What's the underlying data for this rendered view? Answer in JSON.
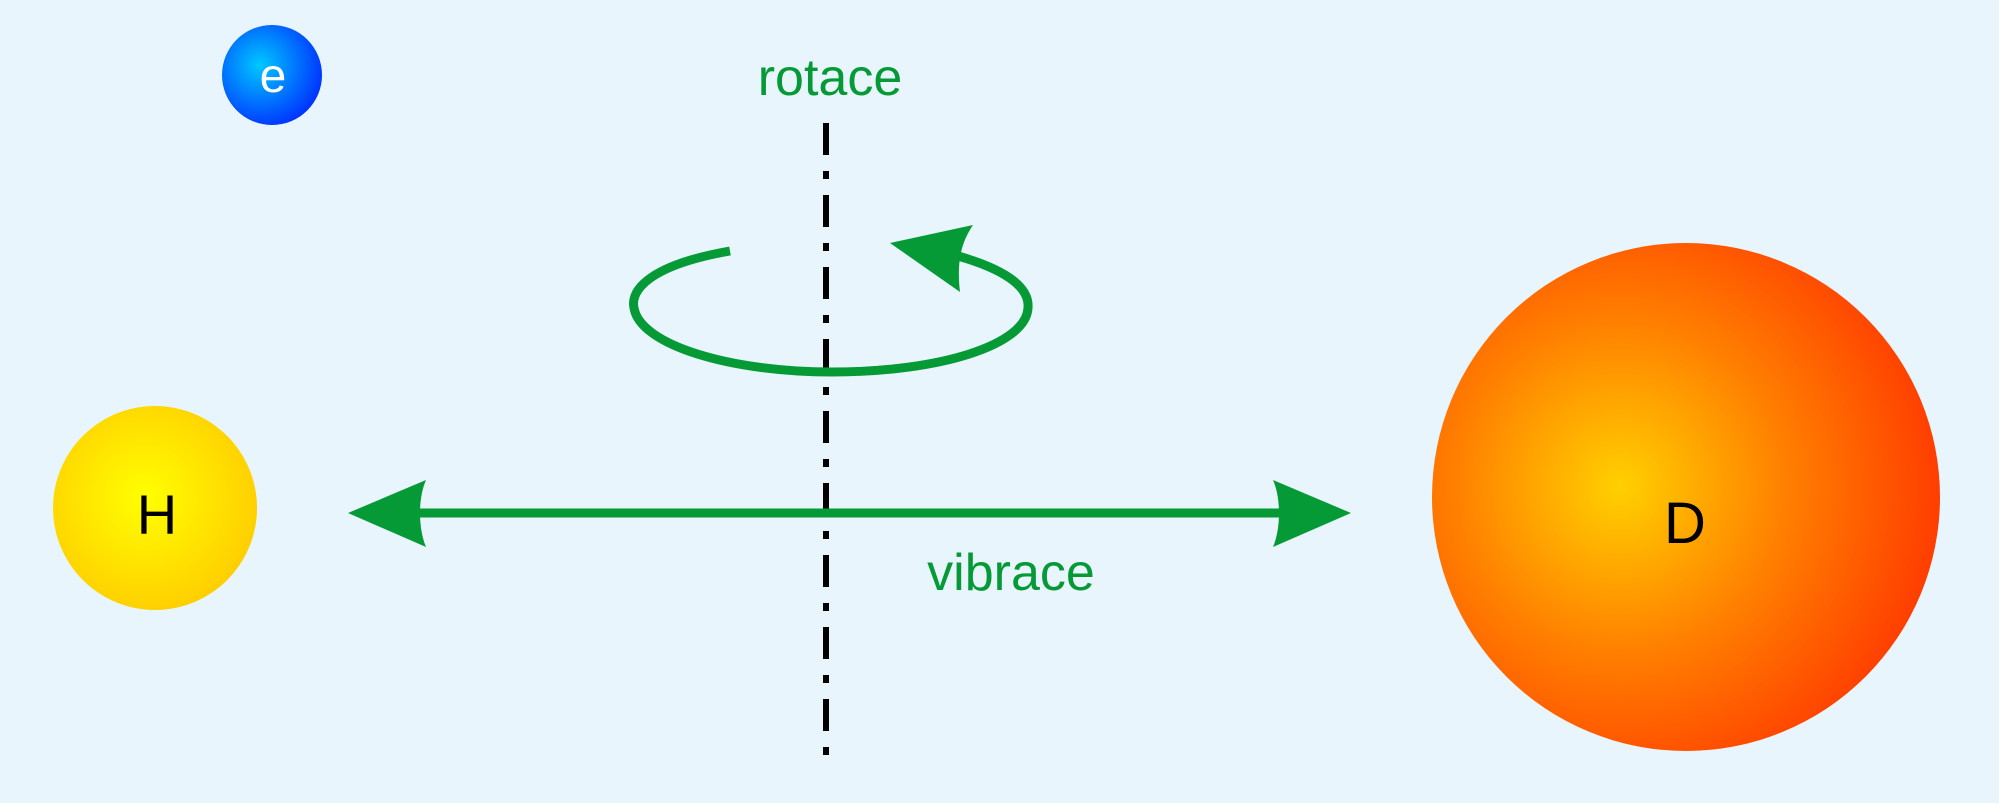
{
  "diagram": {
    "labels": {
      "rotation": "rotace",
      "vibration": "vibrace"
    },
    "particles": {
      "electron": {
        "symbol": "e",
        "text_color": "#ffffff",
        "color_center": "#00c8ff",
        "color_edge": "#0033ff"
      },
      "hydrogen": {
        "symbol": "H",
        "text_color": "#000000",
        "color_center": "#ffff00",
        "color_edge": "#ffcc00"
      },
      "deuterium": {
        "symbol": "D",
        "text_color": "#000000",
        "color_center": "#ffd000",
        "color_edge": "#ff2a00"
      }
    },
    "colors": {
      "background": "#e8f5fc",
      "arrow_green": "#059a36",
      "axis_black": "#000000"
    }
  }
}
